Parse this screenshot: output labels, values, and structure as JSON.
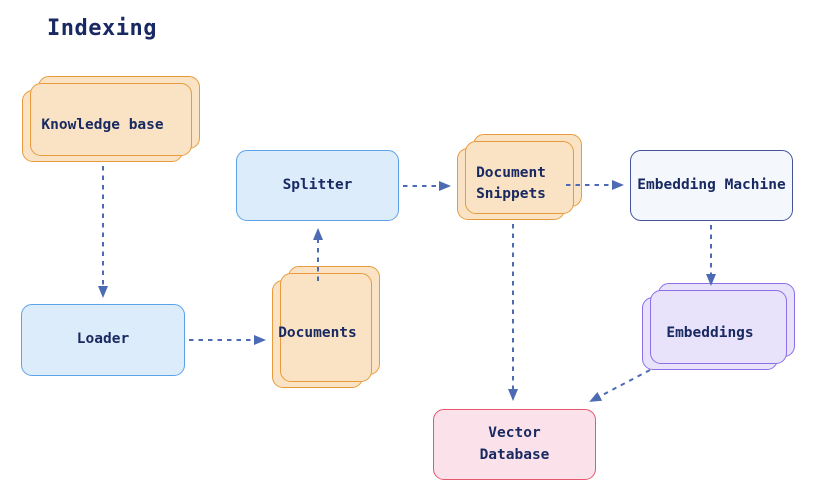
{
  "title": "Indexing",
  "colors": {
    "canvas_background": "#FFFFFF",
    "title_text": "#192961",
    "node_text": "#192961",
    "arrow": "#4D6BB5",
    "orange_fill": "#FAE3C4",
    "orange_border": "#E89A3D",
    "blue_fill": "#DCECFB",
    "blue_border": "#5BA3E8",
    "indigo_fill": "#F4F7FC",
    "indigo_border": "#44549B",
    "purple_fill": "#E8E2FB",
    "purple_border": "#8B6FE8",
    "pink_fill": "#FBE2EA",
    "pink_border": "#E8566E"
  },
  "nodes": [
    {
      "id": "knowledge-base",
      "label": "Knowledge base",
      "shape": "stack",
      "color": "orange"
    },
    {
      "id": "loader",
      "label": "Loader",
      "shape": "single",
      "color": "blue"
    },
    {
      "id": "splitter",
      "label": "Splitter",
      "shape": "single",
      "color": "blue"
    },
    {
      "id": "documents",
      "label": "Documents",
      "shape": "stack",
      "color": "orange"
    },
    {
      "id": "document-snippets",
      "label": "Document\nSnippets",
      "shape": "stack",
      "color": "orange"
    },
    {
      "id": "embedding-machine",
      "label": "Embedding Machine",
      "shape": "single",
      "color": "indigo"
    },
    {
      "id": "embeddings",
      "label": "Embeddings",
      "shape": "stack",
      "color": "purple"
    },
    {
      "id": "vector-database",
      "label": "Vector\nDatabase",
      "shape": "single",
      "color": "pink"
    }
  ],
  "edges": [
    {
      "from": "knowledge-base",
      "to": "loader",
      "style": "dashed-arrow"
    },
    {
      "from": "loader",
      "to": "documents",
      "style": "dashed-arrow"
    },
    {
      "from": "documents",
      "to": "splitter",
      "style": "dashed-arrow"
    },
    {
      "from": "splitter",
      "to": "document-snippets",
      "style": "dashed-arrow"
    },
    {
      "from": "document-snippets",
      "to": "embedding-machine",
      "style": "dashed-arrow"
    },
    {
      "from": "embedding-machine",
      "to": "embeddings",
      "style": "dashed-arrow"
    },
    {
      "from": "document-snippets",
      "to": "vector-database",
      "style": "dashed-arrow"
    },
    {
      "from": "embeddings",
      "to": "vector-database",
      "style": "dashed-arrow"
    }
  ]
}
